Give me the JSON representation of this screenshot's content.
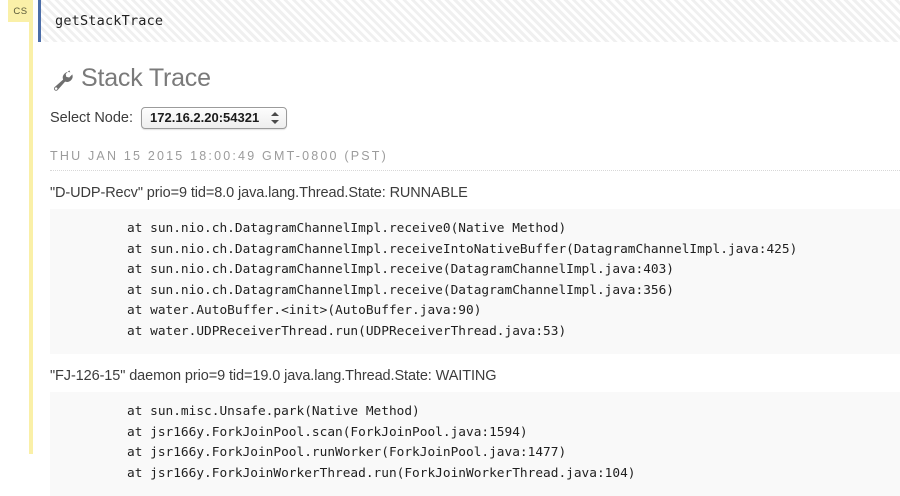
{
  "cell": {
    "badge_label": "CS",
    "prompt_text": "getStackTrace",
    "accent_color": "#faf0a8",
    "prompt_border_color": "#4b6da8"
  },
  "section": {
    "icon": "wrench-icon",
    "title": "Stack Trace"
  },
  "node_selector": {
    "label": "Select Node:",
    "selected": "172.16.2.20:54321",
    "options": [
      "172.16.2.20:54321"
    ]
  },
  "timestamp": "THU JAN 15 2015 18:00:49 GMT-0800 (PST)",
  "threads": [
    {
      "header": "\"D-UDP-Recv\" prio=9 tid=8.0 java.lang.Thread.State: RUNNABLE",
      "frames": [
        "at sun.nio.ch.DatagramChannelImpl.receive0(Native Method)",
        "at sun.nio.ch.DatagramChannelImpl.receiveIntoNativeBuffer(DatagramChannelImpl.java:425)",
        "at sun.nio.ch.DatagramChannelImpl.receive(DatagramChannelImpl.java:403)",
        "at sun.nio.ch.DatagramChannelImpl.receive(DatagramChannelImpl.java:356)",
        "at water.AutoBuffer.<init>(AutoBuffer.java:90)",
        "at water.UDPReceiverThread.run(UDPReceiverThread.java:53)"
      ]
    },
    {
      "header": "\"FJ-126-15\" daemon prio=9 tid=19.0 java.lang.Thread.State: WAITING",
      "frames": [
        "at sun.misc.Unsafe.park(Native Method)",
        "at jsr166y.ForkJoinPool.scan(ForkJoinPool.java:1594)",
        "at jsr166y.ForkJoinPool.runWorker(ForkJoinPool.java:1477)",
        "at jsr166y.ForkJoinWorkerThread.run(ForkJoinWorkerThread.java:104)"
      ]
    }
  ]
}
